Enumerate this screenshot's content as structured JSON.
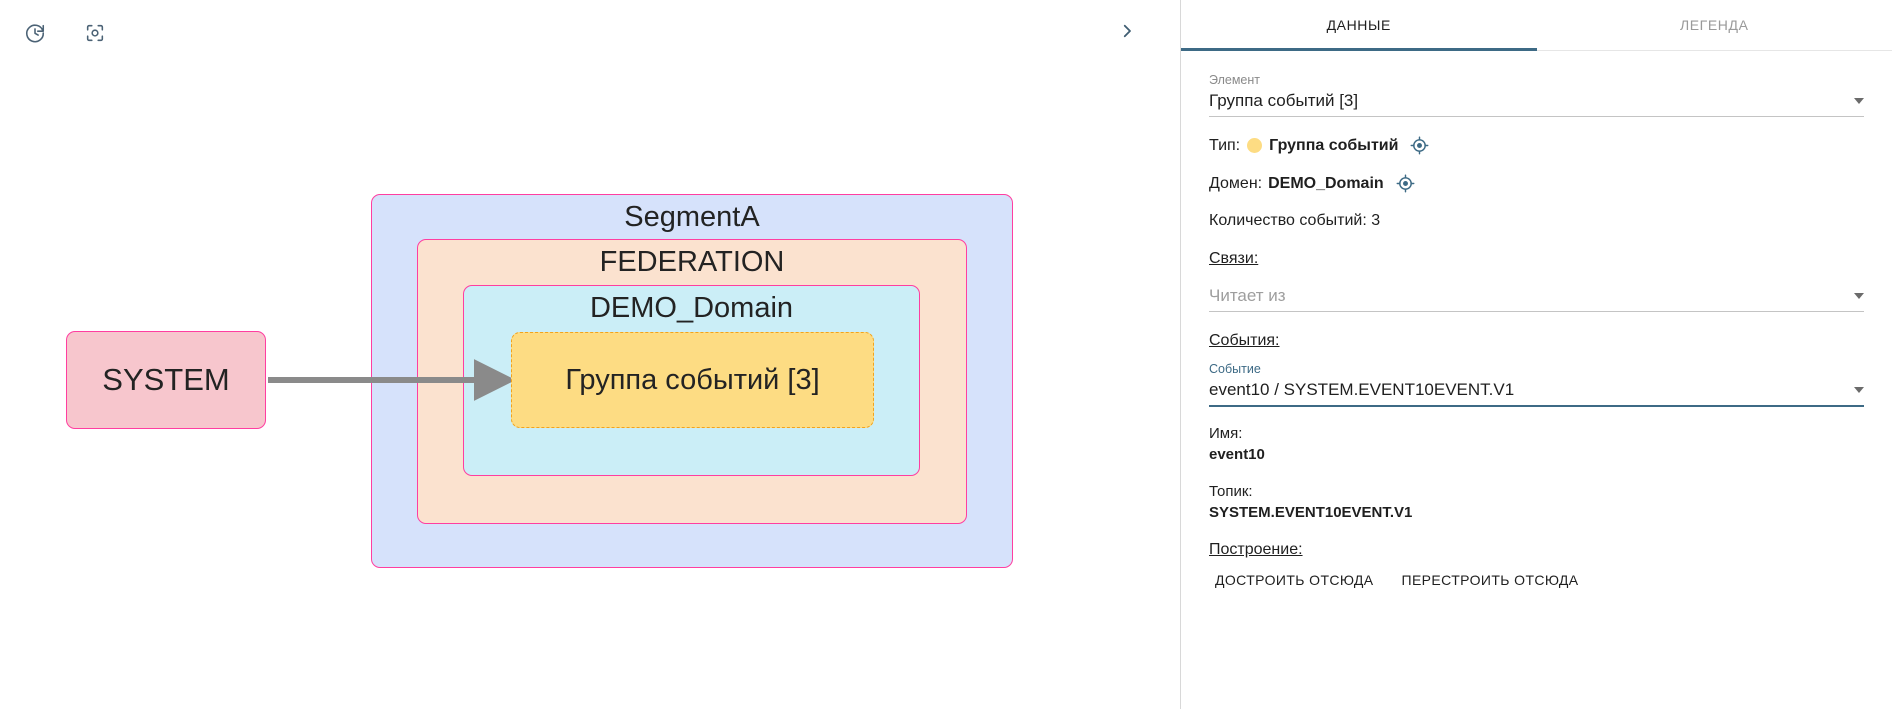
{
  "toolbar": {
    "reset_view_icon": "history-restore-icon",
    "center_view_icon": "focus-frame-icon",
    "collapse_panel_icon": "chevron-right-icon"
  },
  "graph": {
    "groups": [
      {
        "id": "segment",
        "label": "SegmentA",
        "fill": "#d6e2fb",
        "stroke": "#ff3ea0"
      },
      {
        "id": "federation",
        "label": "FEDERATION",
        "fill": "#fbe2cf",
        "stroke": "#ff3ea0"
      },
      {
        "id": "domain",
        "label": "DEMO_Domain",
        "fill": "#cbeef7",
        "stroke": "#ff3ea0"
      }
    ],
    "nodes": [
      {
        "id": "system",
        "label": "SYSTEM",
        "fill": "#f7c6cd",
        "stroke": "#ff3ea0"
      },
      {
        "id": "eventgroup",
        "label": "Группа событий [3]",
        "fill": "#fddc83",
        "stroke": "#f3a31c"
      }
    ],
    "edges": [
      {
        "from": "system",
        "to": "eventgroup",
        "color": "#8a8a8a"
      }
    ]
  },
  "panel": {
    "tabs": [
      {
        "id": "data",
        "label": "ДАННЫЕ",
        "active": true
      },
      {
        "id": "legend",
        "label": "ЛЕГЕНДА",
        "active": false
      }
    ],
    "element": {
      "label": "Элемент",
      "value": "Группа событий [3]"
    },
    "type_row": {
      "key": "Тип:",
      "value": "Группа событий",
      "swatch_color": "#fddc83",
      "focus_icon": "focus-target-icon"
    },
    "domain_row": {
      "key": "Домен:",
      "value": "DEMO_Domain",
      "focus_icon": "focus-target-icon"
    },
    "count_row": "Количество событий: 3",
    "links_heading": "Связи:",
    "reads_from": {
      "placeholder": "Читает из",
      "value": ""
    },
    "events_heading": "События:",
    "event_select": {
      "label": "Событие",
      "value": "event10 / SYSTEM.EVENT10EVENT.V1"
    },
    "details": [
      {
        "key": "Имя:",
        "value": "event10"
      },
      {
        "key": "Топик:",
        "value": "SYSTEM.EVENT10EVENT.V1"
      }
    ],
    "build_heading": "Построение:",
    "build_buttons": [
      {
        "id": "build-from-here",
        "label": "ДОСТРОИТЬ ОТСЮДА"
      },
      {
        "id": "rebuild-from-here",
        "label": "ПЕРЕСТРОИТЬ ОТСЮДА"
      }
    ]
  },
  "colors": {
    "accent": "#3d6a85",
    "group_border": "#ff3ea0",
    "edge": "#8a8a8a"
  }
}
